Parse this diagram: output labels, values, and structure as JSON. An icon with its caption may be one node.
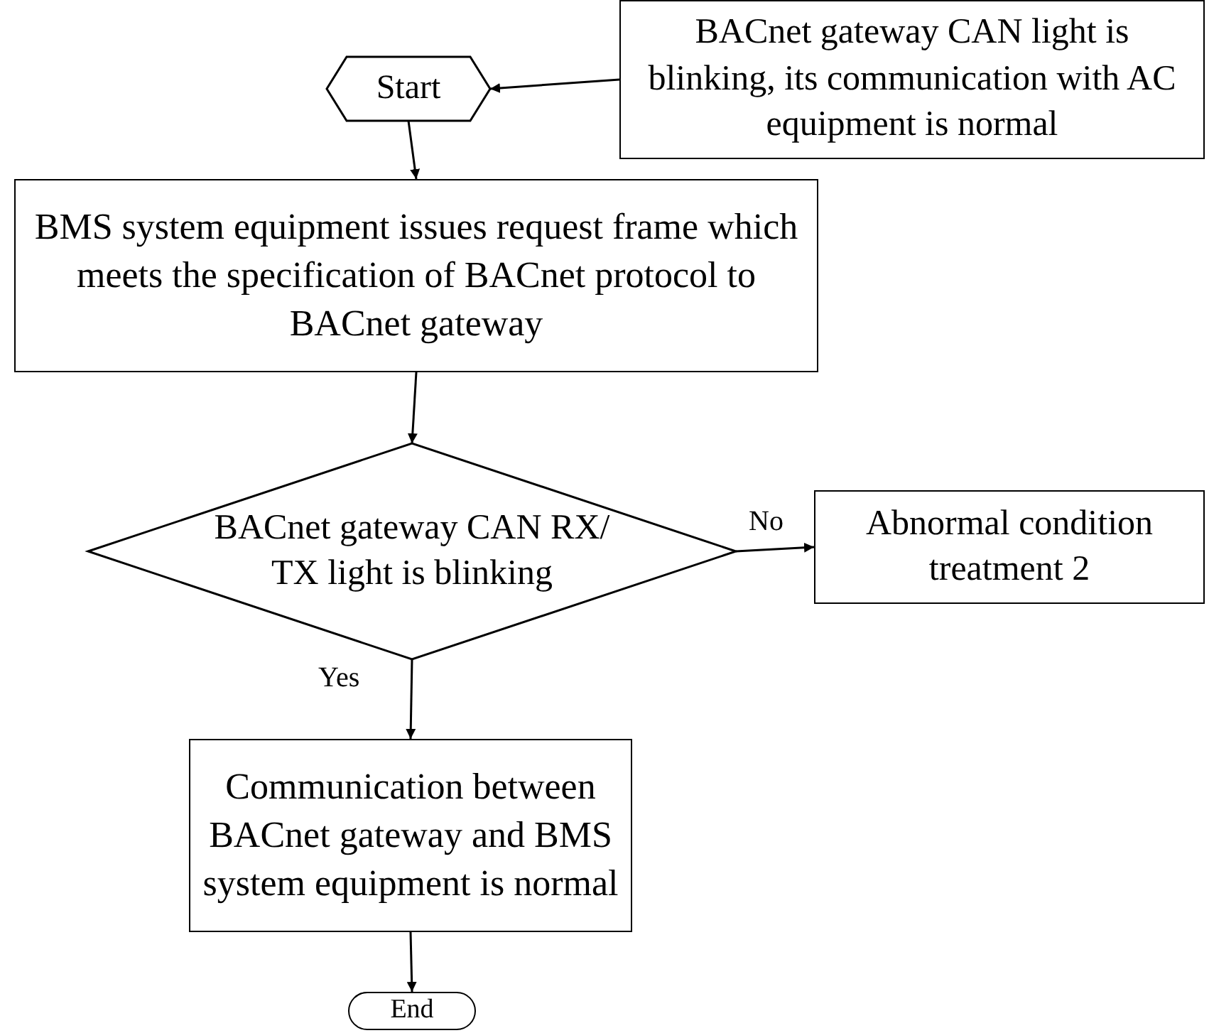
{
  "diagram": {
    "nodes": [
      {
        "text": [
          "Start"
        ]
      },
      {
        "text": [
          "BACnet gateway CAN light is blinking, its communication with AC equipment is normal"
        ]
      },
      {
        "text": [
          "BMS system equipment issues request frame which meets the specification of BACnet protocol to BACnet gateway"
        ]
      },
      {
        "text": [
          "BACnet gateway CAN RX/ TX light is blinking"
        ]
      },
      {
        "text": [
          "Abnormal condition treatment 2"
        ]
      },
      {
        "text": [
          "Communication between BACnet gateway and BMS system equipment is normal"
        ]
      },
      {
        "text": [
          "End"
        ]
      }
    ],
    "edges": [
      {
        "from": 1,
        "to": 0,
        "arrow": "to"
      },
      {
        "from": 0,
        "to": 2,
        "arrow": "to"
      },
      {
        "from": 2,
        "to": 3,
        "arrow": "to"
      },
      {
        "from": 3,
        "to": 4,
        "arrow": "to",
        "label": "No"
      },
      {
        "from": 3,
        "to": 5,
        "arrow": "to",
        "label": "Yes"
      },
      {
        "from": 5,
        "to": 6,
        "arrow": "to"
      }
    ]
  }
}
